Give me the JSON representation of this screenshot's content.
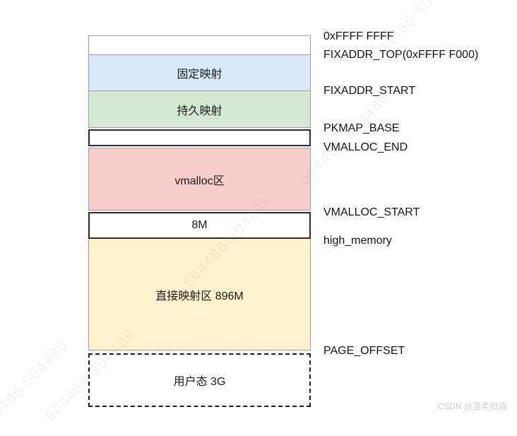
{
  "diagram": {
    "regions": [
      {
        "name": "reserved-top",
        "label": "",
        "fill": "#ffffff"
      },
      {
        "name": "fixed-mapping",
        "label": "固定映射",
        "fill": "#dae8fc"
      },
      {
        "name": "persistent-mapping",
        "label": "持久映射",
        "fill": "#d5e8d4"
      },
      {
        "name": "pkmap-area",
        "label": "",
        "fill": "#ffffff"
      },
      {
        "name": "vmalloc-area",
        "label": "vmalloc区",
        "fill": "#f8cecc"
      },
      {
        "name": "gap-8m",
        "label": "8M",
        "fill": "#ffffff"
      },
      {
        "name": "direct-mapping",
        "label": "直接映射区 896M",
        "fill": "#fff2cc"
      },
      {
        "name": "user-space",
        "label": "用户态 3G",
        "fill": "#ffffff"
      }
    ],
    "address_labels": [
      {
        "text": "0xFFFF FFFF"
      },
      {
        "text": "FIXADDR_TOP(0xFFFF F000)"
      },
      {
        "text": "FIXADDR_START"
      },
      {
        "text": "PKMAP_BASE"
      },
      {
        "text": "VMALLOC_END"
      },
      {
        "text": "VMALLOC_START"
      },
      {
        "text": "high_memory"
      },
      {
        "text": "PAGE_OFFSET"
      }
    ],
    "border_colors": {
      "default": "#9e9e9e",
      "emphasis": "#2b2b2b",
      "dashed": "#1c1c1c"
    }
  },
  "watermarks": {
    "csdn": "CSDN @温柔如酒",
    "diagonal": "504486 504486"
  }
}
